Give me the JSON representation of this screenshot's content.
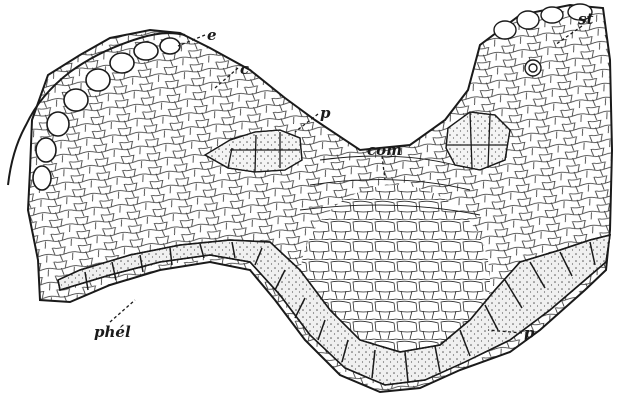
{
  "labels": {
    "e": "e",
    "c": "c",
    "p_upper": "p",
    "com": "com",
    "st": "st",
    "phel": "phél",
    "p_lower": "p"
  },
  "colors": {
    "ink": "#1a1a1a",
    "paper": "#ffffff",
    "stipple_cells": "#e8e8e8"
  }
}
